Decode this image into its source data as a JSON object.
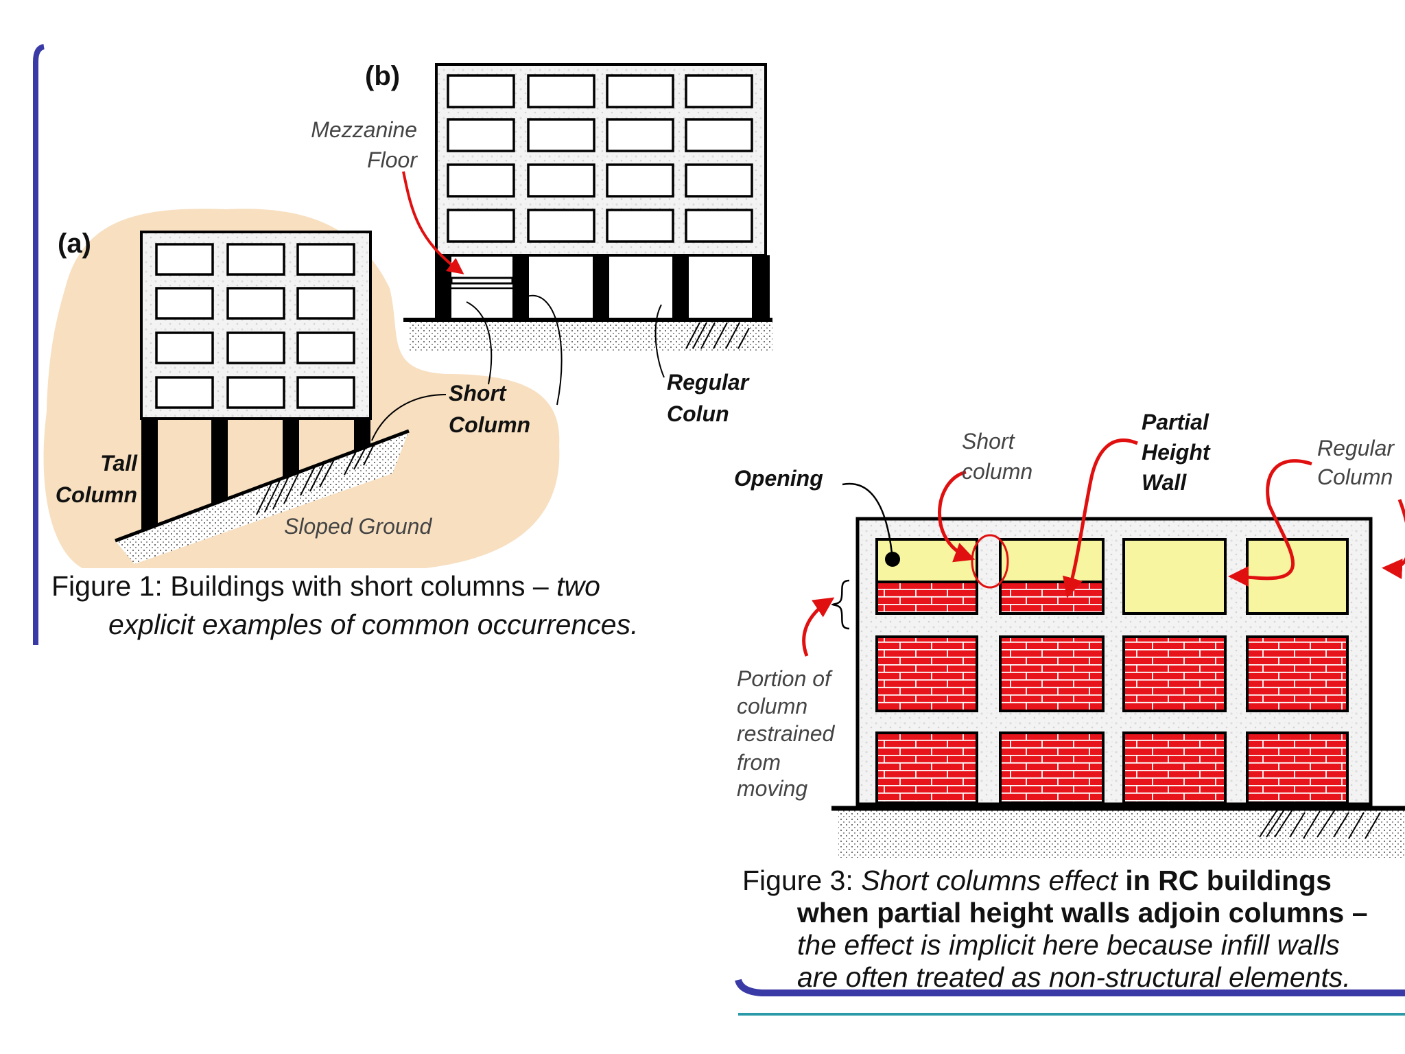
{
  "figure1": {
    "panel_a_label": "(a)",
    "panel_b_label": "(b)",
    "labels": {
      "mezzanine_line1": "Mezzanine",
      "mezzanine_line2": "Floor",
      "short_column_line1": "Short",
      "short_column_line2": "Column",
      "regular_column_line1": "Regular",
      "regular_column_line2": "Colun",
      "tall_column_line1": "Tall",
      "tall_column_line2": "Column",
      "sloped_ground": "Sloped Ground"
    },
    "caption": {
      "prefix": "Figure 1: Buildings with short columns – ",
      "italic_tail": "two",
      "line2": "explicit examples of common occurrences."
    }
  },
  "figure3": {
    "labels": {
      "opening": "Opening",
      "short_column_line1": "Short",
      "short_column_line2": "column",
      "partial_line1": "Partial",
      "partial_line2": "Height",
      "partial_line3": "Wall",
      "regular_line1": "Regular",
      "regular_line2": "Column",
      "portion_lines": [
        "Portion of",
        "column",
        "restrained",
        "from",
        "moving"
      ]
    },
    "caption": {
      "line1_prefix": "Figure 3: ",
      "line1_italic": "Short columns effect",
      "line1_bold": " in RC buildings",
      "line2": "when partial height walls adjoin columns –",
      "line3": "the effect is implicit here because infill walls",
      "line4": "are often treated as non-structural elements."
    }
  },
  "colors": {
    "accent_blue": "#3a3aa6",
    "teal_rule": "#2b9aa8",
    "arrow_red": "#e01010",
    "brick_red": "#e8141c",
    "infill_yellow": "#f7f5a0",
    "sand_background": "#f7dfc0",
    "frame_black": "#000000"
  }
}
